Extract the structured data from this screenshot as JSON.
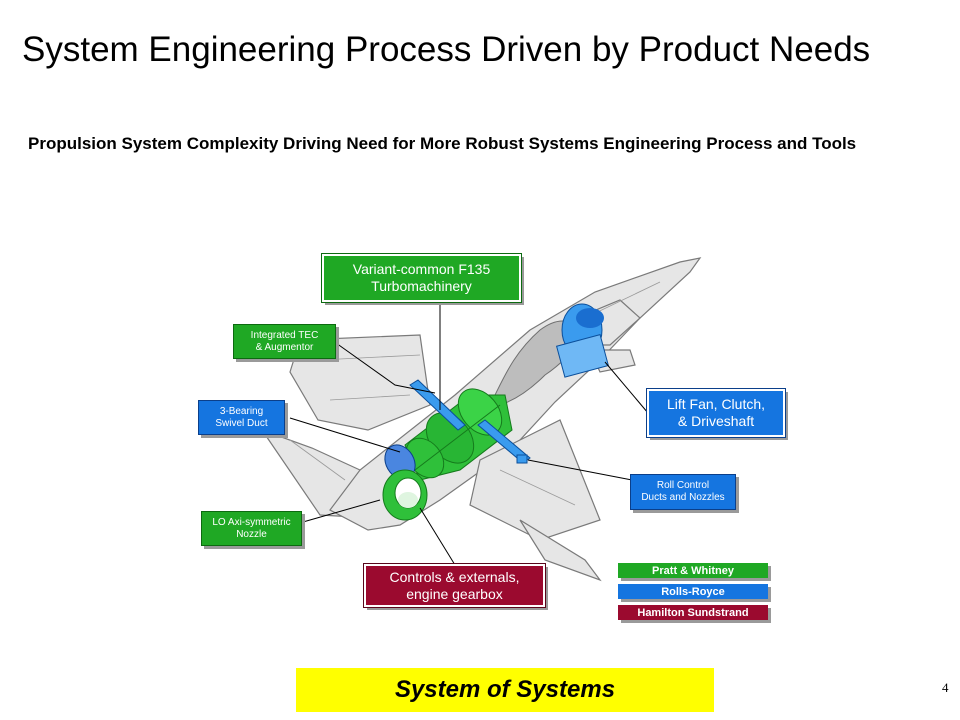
{
  "slide": {
    "title": "System Engineering Process Driven by Product Needs",
    "subtitle": "Propulsion System Complexity Driving Need for More Robust Systems Engineering Process and Tools",
    "banner": "System of Systems",
    "page_number": "4"
  },
  "callouts": {
    "turbomachinery": "Variant-common F135\nTurbomachinery",
    "integrated_tec": "Integrated TEC\n& Augmentor",
    "swivel_duct": "3-Bearing\nSwivel Duct",
    "lo_nozzle": "LO Axi-symmetric\nNozzle",
    "lift_fan": "Lift Fan, Clutch,\n& Driveshaft",
    "roll_control": "Roll Control\nDucts and Nozzles",
    "controls": "Controls & externals,\nengine gearbox"
  },
  "legend": [
    {
      "label": "Pratt & Whitney",
      "color": "#1fa824"
    },
    {
      "label": "Rolls-Royce",
      "color": "#1575e0"
    },
    {
      "label": "Hamilton Sundstrand",
      "color": "#9b0a2f"
    }
  ],
  "colors": {
    "pratt_whitney": "#1fa824",
    "rolls_royce": "#1575e0",
    "hamilton_sundstrand": "#9b0a2f",
    "banner": "#ffff00"
  }
}
